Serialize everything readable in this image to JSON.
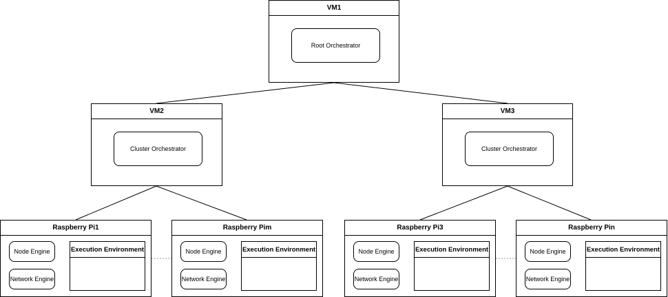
{
  "vm1": {
    "title": "VM1",
    "component": "Root Orchestrator"
  },
  "vm2": {
    "title": "VM2",
    "component": "Cluster Orchestrator"
  },
  "vm3": {
    "title": "VM3",
    "component": "Cluster Orchestrator"
  },
  "devices": [
    {
      "title": "Raspberry Pi1",
      "node_engine": "Node Engine",
      "network_engine": "Network Engine",
      "exec_env": "Execution Environment"
    },
    {
      "title": "Raspberry Pim",
      "node_engine": "Node Engine",
      "network_engine": "Network Engine",
      "exec_env": "Execution Environment"
    },
    {
      "title": "Raspberry Pi3",
      "node_engine": "Node Engine",
      "network_engine": "Network Engine",
      "exec_env": "Execution Environment"
    },
    {
      "title": "Raspberry Pin",
      "node_engine": "Node Engine",
      "network_engine": "Network Engine",
      "exec_env": "Execution Environment"
    }
  ]
}
